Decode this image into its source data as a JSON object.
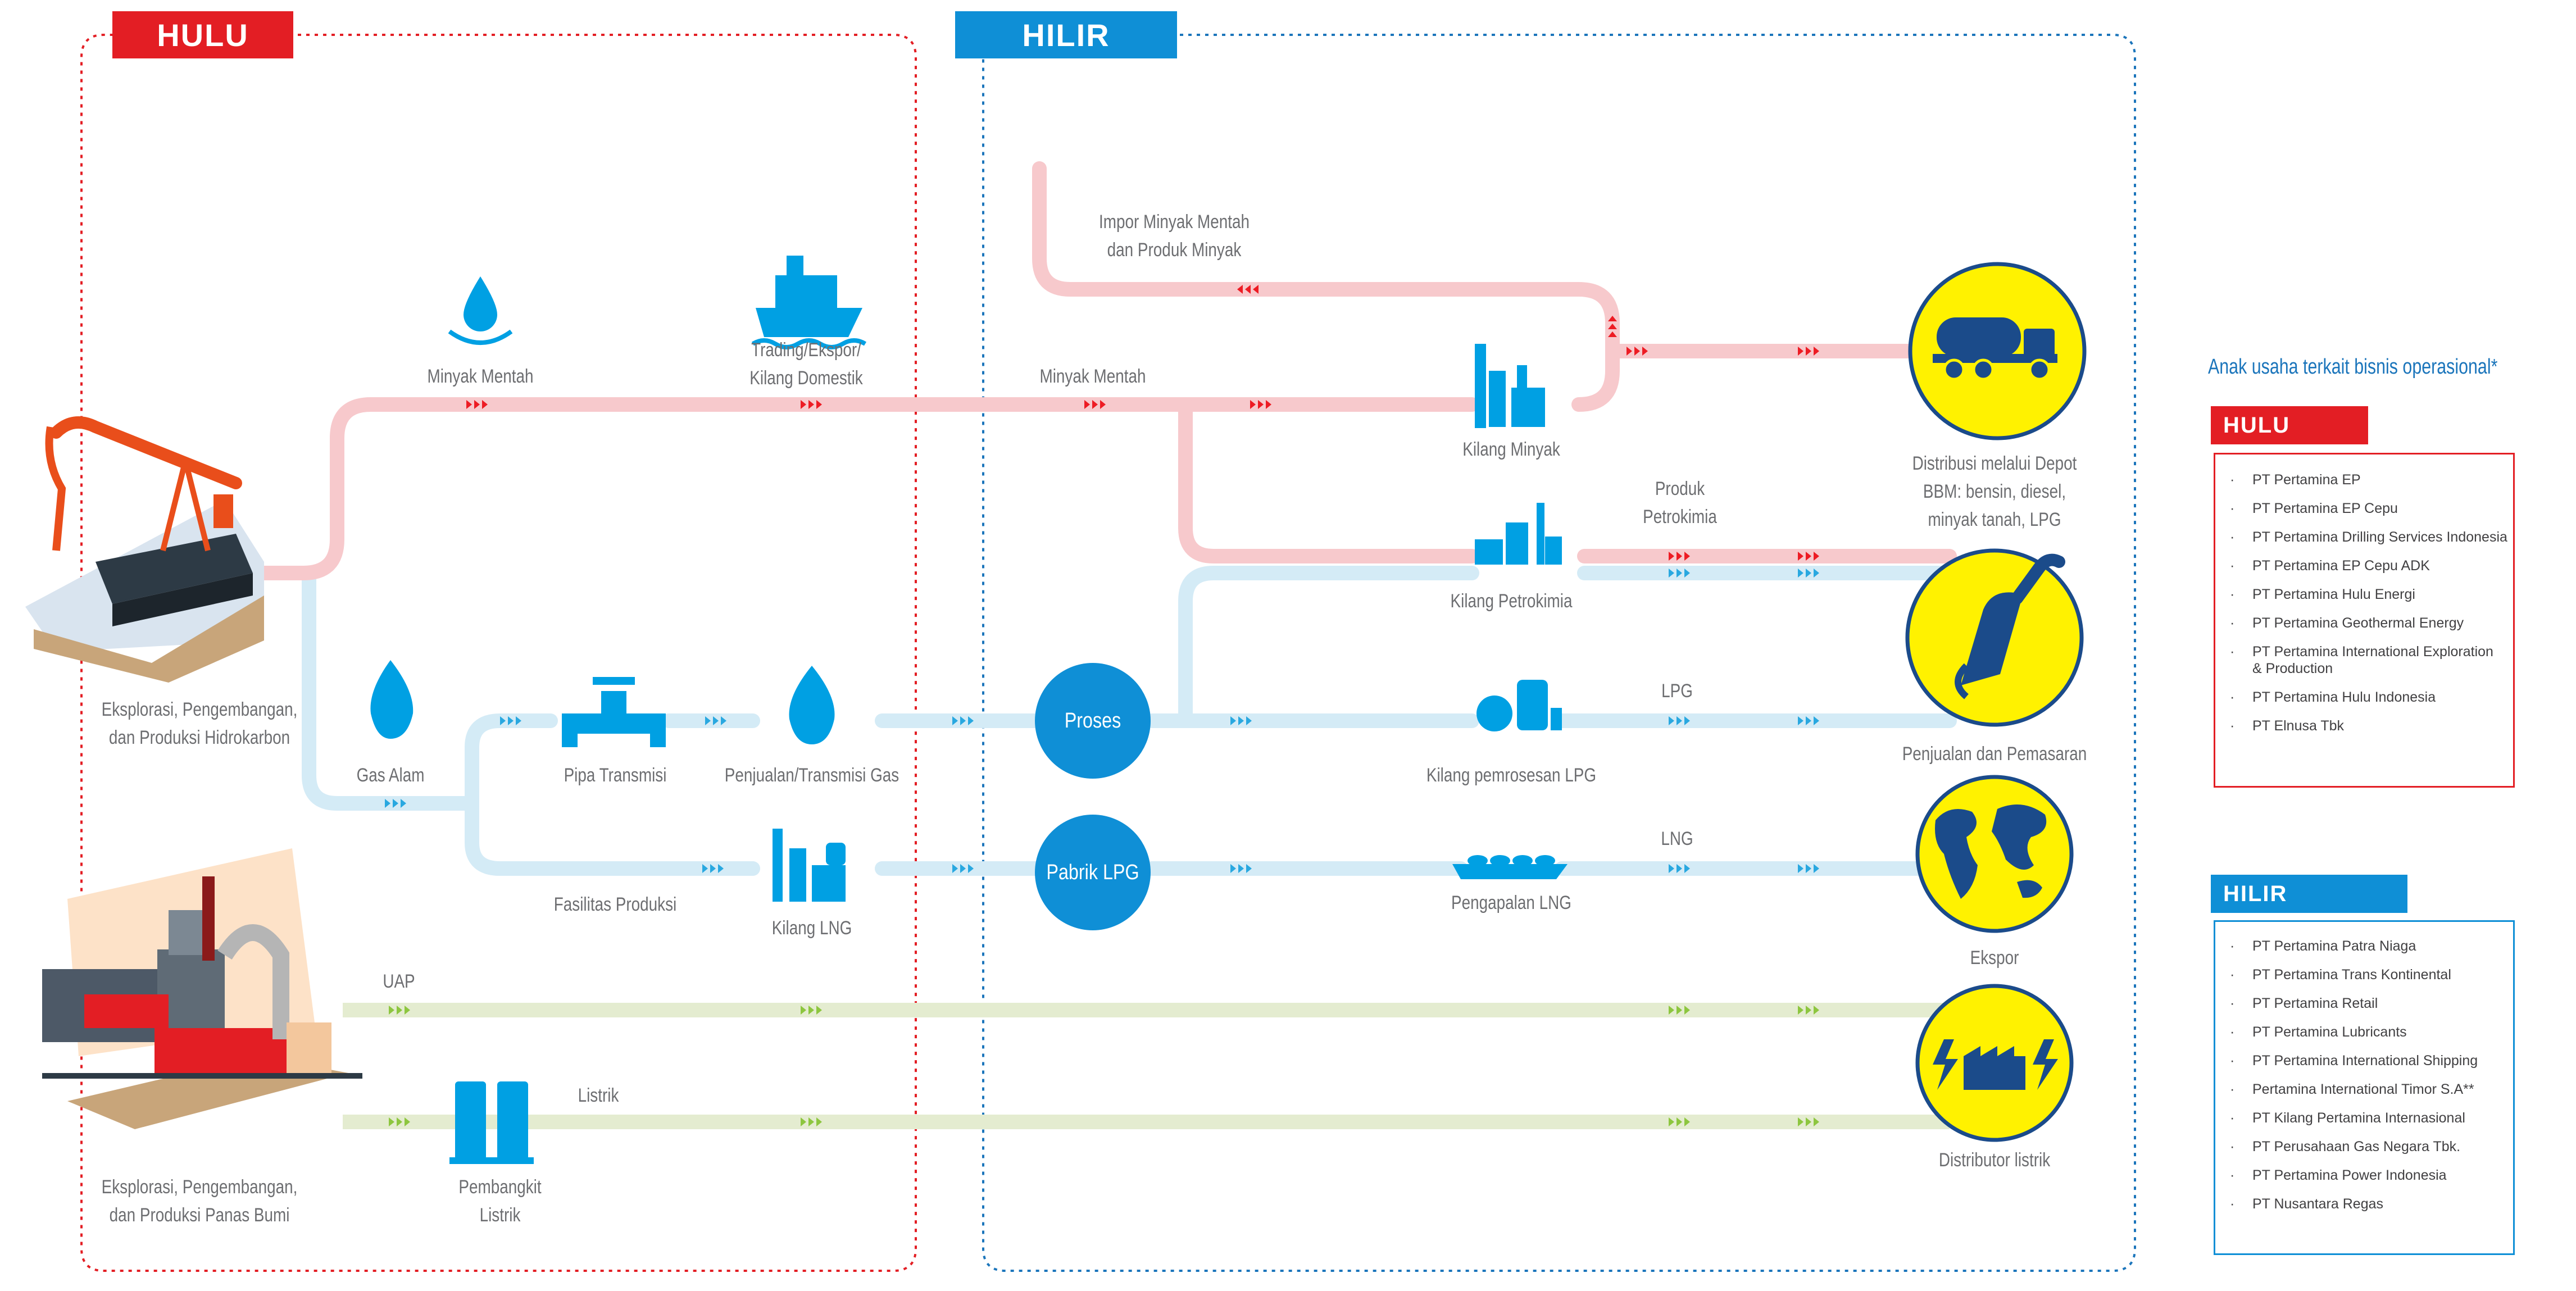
{
  "banners": {
    "hulu": "HULU",
    "hilir": "HILIR"
  },
  "labels": {
    "minyak_mentah_1": "Minyak Mentah",
    "trading": "Trading/Ekspor/\nKilang Domestik",
    "minyak_mentah_2": "Minyak Mentah",
    "impor": "Impor Minyak Mentah\ndan Produk Minyak",
    "kilang_minyak": "Kilang Minyak",
    "produk_petrokimia": "Produk\nPetrokimia",
    "kilang_petrokimia": "Kilang Petrokimia",
    "eksplorasi_hidrokarbon": "Eksplorasi, Pengembangan,\ndan Produksi Hidrokarbon",
    "gas_alam": "Gas Alam",
    "pipa_transmisi": "Pipa Transmisi",
    "penjualan_transmisi_gas": "Penjualan/Transmisi Gas",
    "fasilitas_produksi": "Fasilitas Produksi",
    "kilang_lng": "Kilang LNG",
    "kilang_lpg": "Kilang pemrosesan LPG",
    "lpg": "LPG",
    "lng": "LNG",
    "pengapalan_lng": "Pengapalan LNG",
    "uap": "UAP",
    "listrik": "Listrik",
    "pembangkit_listrik": "Pembangkit\nListrik",
    "eksplorasi_panas_bumi": "Eksplorasi, Pengembangan,\ndan Produksi Panas Bumi",
    "distribusi": "Distribusi melalui Depot\nBBM: bensin, diesel,\nminyak tanah, LPG",
    "penjualan_pemasaran": "Penjualan dan Pemasaran",
    "ekspor": "Ekspor",
    "distributor_listrik": "Distributor listrik"
  },
  "nodes": {
    "proses": "Proses",
    "pabrik_lpg": "Pabrik LPG"
  },
  "sidebar": {
    "title": "Anak usaha terkait bisnis operasional*",
    "hulu_header": "HULU",
    "hulu_items": [
      "PT Pertamina EP",
      "PT Pertamina EP Cepu",
      "PT Pertamina Drilling Services Indonesia",
      "PT Pertamina EP Cepu ADK",
      "PT Pertamina Hulu Energi",
      "PT Pertamina Geothermal Energy",
      "PT Pertamina International Exploration\n& Production",
      "PT Pertamina Hulu Indonesia",
      "PT Elnusa Tbk"
    ],
    "hilir_header": "HILIR",
    "hilir_items": [
      "PT Pertamina Patra Niaga",
      "PT Pertamina Trans Kontinental",
      "PT Pertamina Retail",
      "PT Pertamina Lubricants",
      "PT Pertamina International Shipping",
      "Pertamina International Timor S.A**",
      "PT Kilang Pertamina Internasional",
      "PT Perusahaan Gas Negara Tbk.",
      "PT Pertamina Power Indonesia",
      "PT Nusantara Regas"
    ]
  },
  "colors": {
    "red": "#e31e24",
    "blue": "#0f8fd6",
    "oil_line": "#f7c9cc",
    "gas_line": "#d4ebf6",
    "power_line": "#e4ecd0",
    "yellow": "#fff200",
    "navy": "#1b4b8a",
    "icon_blue": "#00a0e3",
    "arrow_red": "#ed1c24",
    "arrow_blue": "#29a8e0",
    "arrow_green": "#8dc63f"
  }
}
